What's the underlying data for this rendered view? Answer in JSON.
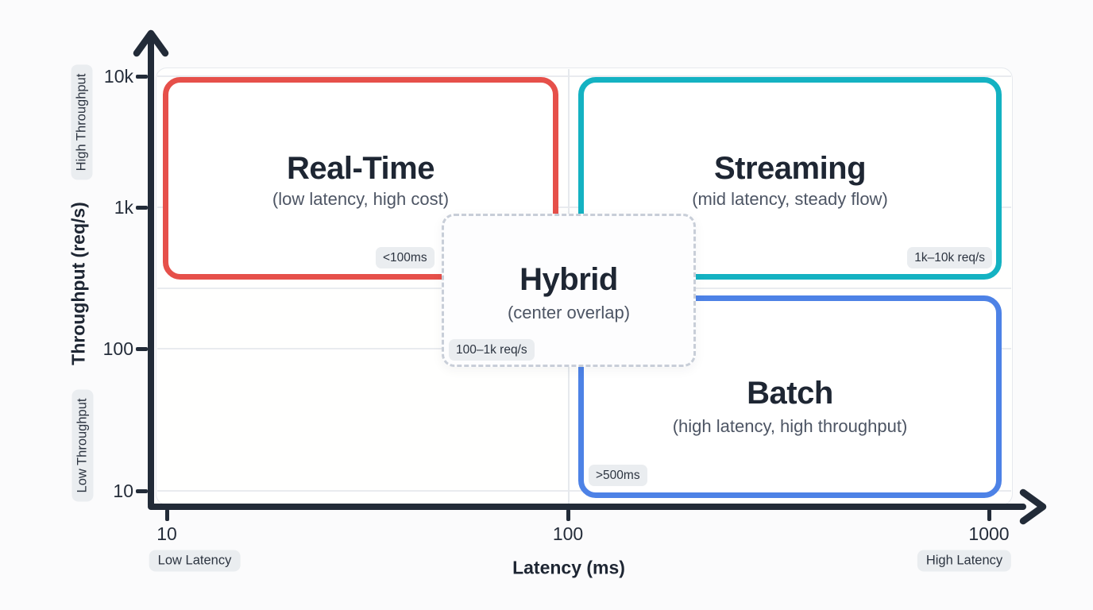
{
  "diagram": {
    "x_axis": {
      "label": "Latency (ms)",
      "ticks": [
        "10",
        "100",
        "1000"
      ],
      "low_badge": "Low Latency",
      "high_badge": "High Latency"
    },
    "y_axis": {
      "label": "Throughput (req/s)",
      "ticks": [
        "10k",
        "1k",
        "100",
        "10"
      ],
      "high_badge": "High Throughput",
      "low_badge": "Low Throughput"
    },
    "regions": [
      {
        "id": "real-time",
        "title": "Real-Time",
        "subtitle": "(low latency, high cost)",
        "badge": "<100ms",
        "color": "#e6504a"
      },
      {
        "id": "streaming",
        "title": "Streaming",
        "subtitle": "(mid latency, steady flow)",
        "badge": "1k–10k req/s",
        "color": "#14b2c2"
      },
      {
        "id": "batch",
        "title": "Batch",
        "subtitle": "(high latency, high throughput)",
        "badge": ">500ms",
        "color": "#4d82e6"
      },
      {
        "id": "hybrid",
        "title": "Hybrid",
        "subtitle": "(center overlap)",
        "badge": "100–1k req/s",
        "color": "#c8ced8"
      }
    ],
    "colors": {
      "axis_ink": "#222b38",
      "subtitle": "#4d5564",
      "badge_bg": "#eaedf0",
      "grid": "#e9ebef"
    }
  },
  "chart_data": {
    "type": "quadrant",
    "title": "",
    "xlabel": "Latency (ms)",
    "ylabel": "Throughput (req/s)",
    "x_scale": "log",
    "y_scale": "log",
    "x_ticks": [
      10,
      100,
      1000
    ],
    "y_ticks": [
      "10k",
      "1k",
      "100",
      "10"
    ],
    "annotations": [
      "Low Latency",
      "High Latency",
      "High Throughput",
      "Low Throughput"
    ],
    "regions": [
      {
        "name": "Real-Time",
        "note": "(low latency, high cost)",
        "constraint": "<100ms",
        "position": "top-left",
        "color": "#e6504a"
      },
      {
        "name": "Streaming",
        "note": "(mid latency, steady flow)",
        "constraint": "1k–10k req/s",
        "position": "top-right",
        "color": "#14b2c2"
      },
      {
        "name": "Batch",
        "note": "(high latency, high throughput)",
        "constraint": ">500ms",
        "position": "bottom-right",
        "color": "#4d82e6"
      },
      {
        "name": "Hybrid",
        "note": "(center overlap)",
        "constraint": "100–1k req/s",
        "position": "center",
        "color": "#c8ced8"
      }
    ]
  }
}
